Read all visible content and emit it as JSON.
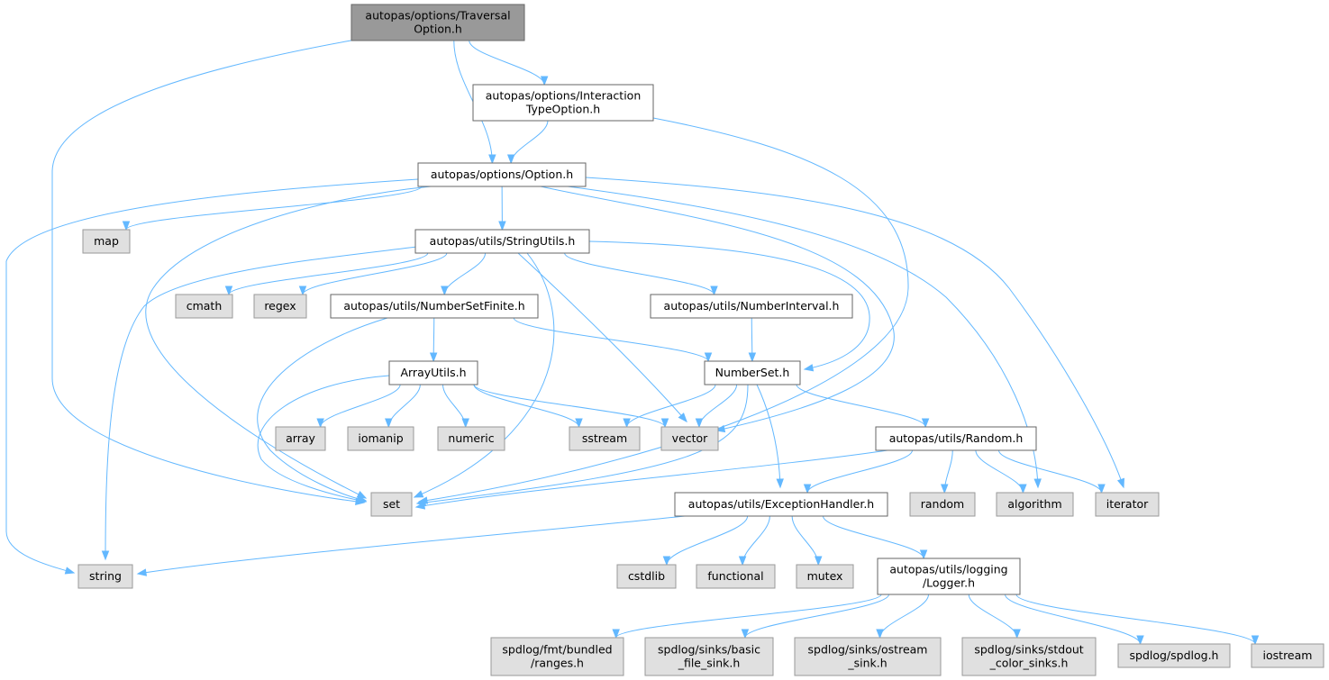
{
  "colors": {
    "edge": "#63b8ff",
    "root_fill": "#999999",
    "local_fill": "#ffffff",
    "external_fill": "#e0e0e0",
    "border": "#666666",
    "external_border": "#999999"
  },
  "nodes": {
    "traversal_option": {
      "lines": [
        "autopas/options/Traversal",
        "Option.h"
      ],
      "kind": "root"
    },
    "interaction_type_option": {
      "lines": [
        "autopas/options/Interaction",
        "TypeOption.h"
      ],
      "kind": "local"
    },
    "option": {
      "lines": [
        "autopas/options/Option.h"
      ],
      "kind": "local"
    },
    "string_utils": {
      "lines": [
        "autopas/utils/StringUtils.h"
      ],
      "kind": "local"
    },
    "number_set_finite": {
      "lines": [
        "autopas/utils/NumberSetFinite.h"
      ],
      "kind": "local"
    },
    "number_interval": {
      "lines": [
        "autopas/utils/NumberInterval.h"
      ],
      "kind": "local"
    },
    "array_utils": {
      "lines": [
        "ArrayUtils.h"
      ],
      "kind": "local"
    },
    "number_set": {
      "lines": [
        "NumberSet.h"
      ],
      "kind": "local"
    },
    "random_h": {
      "lines": [
        "autopas/utils/Random.h"
      ],
      "kind": "local"
    },
    "exception_handler": {
      "lines": [
        "autopas/utils/ExceptionHandler.h"
      ],
      "kind": "local"
    },
    "logger": {
      "lines": [
        "autopas/utils/logging",
        "/Logger.h"
      ],
      "kind": "local"
    },
    "map": {
      "lines": [
        "map"
      ],
      "kind": "external"
    },
    "cmath": {
      "lines": [
        "cmath"
      ],
      "kind": "external"
    },
    "regex": {
      "lines": [
        "regex"
      ],
      "kind": "external"
    },
    "array": {
      "lines": [
        "array"
      ],
      "kind": "external"
    },
    "iomanip": {
      "lines": [
        "iomanip"
      ],
      "kind": "external"
    },
    "numeric": {
      "lines": [
        "numeric"
      ],
      "kind": "external"
    },
    "sstream": {
      "lines": [
        "sstream"
      ],
      "kind": "external"
    },
    "vector": {
      "lines": [
        "vector"
      ],
      "kind": "external"
    },
    "set": {
      "lines": [
        "set"
      ],
      "kind": "external"
    },
    "random": {
      "lines": [
        "random"
      ],
      "kind": "external"
    },
    "algorithm": {
      "lines": [
        "algorithm"
      ],
      "kind": "external"
    },
    "iterator": {
      "lines": [
        "iterator"
      ],
      "kind": "external"
    },
    "string": {
      "lines": [
        "string"
      ],
      "kind": "external"
    },
    "cstdlib": {
      "lines": [
        "cstdlib"
      ],
      "kind": "external"
    },
    "functional": {
      "lines": [
        "functional"
      ],
      "kind": "external"
    },
    "mutex": {
      "lines": [
        "mutex"
      ],
      "kind": "external"
    },
    "ranges": {
      "lines": [
        "spdlog/fmt/bundled",
        "/ranges.h"
      ],
      "kind": "external"
    },
    "basic_file_sink": {
      "lines": [
        "spdlog/sinks/basic",
        "_file_sink.h"
      ],
      "kind": "external"
    },
    "ostream_sink": {
      "lines": [
        "spdlog/sinks/ostream",
        "_sink.h"
      ],
      "kind": "external"
    },
    "stdout_color_sinks": {
      "lines": [
        "spdlog/sinks/stdout",
        "_color_sinks.h"
      ],
      "kind": "external"
    },
    "spdlog": {
      "lines": [
        "spdlog/spdlog.h"
      ],
      "kind": "external"
    },
    "iostream": {
      "lines": [
        "iostream"
      ],
      "kind": "external"
    }
  },
  "edges": [
    {
      "from": "traversal_option",
      "to": "interaction_type_option"
    },
    {
      "from": "traversal_option",
      "to": "option"
    },
    {
      "from": "traversal_option",
      "to": "set"
    },
    {
      "from": "interaction_type_option",
      "to": "option"
    },
    {
      "from": "interaction_type_option",
      "to": "set"
    },
    {
      "from": "option",
      "to": "string_utils"
    },
    {
      "from": "option",
      "to": "map"
    },
    {
      "from": "option",
      "to": "string"
    },
    {
      "from": "option",
      "to": "set"
    },
    {
      "from": "option",
      "to": "vector"
    },
    {
      "from": "option",
      "to": "algorithm"
    },
    {
      "from": "option",
      "to": "iterator"
    },
    {
      "from": "string_utils",
      "to": "cmath"
    },
    {
      "from": "string_utils",
      "to": "regex"
    },
    {
      "from": "string_utils",
      "to": "number_set_finite"
    },
    {
      "from": "string_utils",
      "to": "number_interval"
    },
    {
      "from": "string_utils",
      "to": "number_set"
    },
    {
      "from": "string_utils",
      "to": "string"
    },
    {
      "from": "string_utils",
      "to": "set"
    },
    {
      "from": "string_utils",
      "to": "vector"
    },
    {
      "from": "number_set_finite",
      "to": "array_utils"
    },
    {
      "from": "number_set_finite",
      "to": "number_set"
    },
    {
      "from": "number_set_finite",
      "to": "set"
    },
    {
      "from": "number_interval",
      "to": "number_set"
    },
    {
      "from": "array_utils",
      "to": "array"
    },
    {
      "from": "array_utils",
      "to": "iomanip"
    },
    {
      "from": "array_utils",
      "to": "numeric"
    },
    {
      "from": "array_utils",
      "to": "sstream"
    },
    {
      "from": "array_utils",
      "to": "vector"
    },
    {
      "from": "array_utils",
      "to": "set"
    },
    {
      "from": "number_set",
      "to": "sstream"
    },
    {
      "from": "number_set",
      "to": "vector"
    },
    {
      "from": "number_set",
      "to": "set"
    },
    {
      "from": "number_set",
      "to": "random_h"
    },
    {
      "from": "number_set",
      "to": "exception_handler"
    },
    {
      "from": "random_h",
      "to": "set"
    },
    {
      "from": "random_h",
      "to": "random"
    },
    {
      "from": "random_h",
      "to": "algorithm"
    },
    {
      "from": "random_h",
      "to": "iterator"
    },
    {
      "from": "random_h",
      "to": "exception_handler"
    },
    {
      "from": "exception_handler",
      "to": "string"
    },
    {
      "from": "exception_handler",
      "to": "cstdlib"
    },
    {
      "from": "exception_handler",
      "to": "functional"
    },
    {
      "from": "exception_handler",
      "to": "mutex"
    },
    {
      "from": "exception_handler",
      "to": "logger"
    },
    {
      "from": "logger",
      "to": "ranges"
    },
    {
      "from": "logger",
      "to": "basic_file_sink"
    },
    {
      "from": "logger",
      "to": "ostream_sink"
    },
    {
      "from": "logger",
      "to": "stdout_color_sinks"
    },
    {
      "from": "logger",
      "to": "spdlog"
    },
    {
      "from": "logger",
      "to": "iostream"
    }
  ]
}
